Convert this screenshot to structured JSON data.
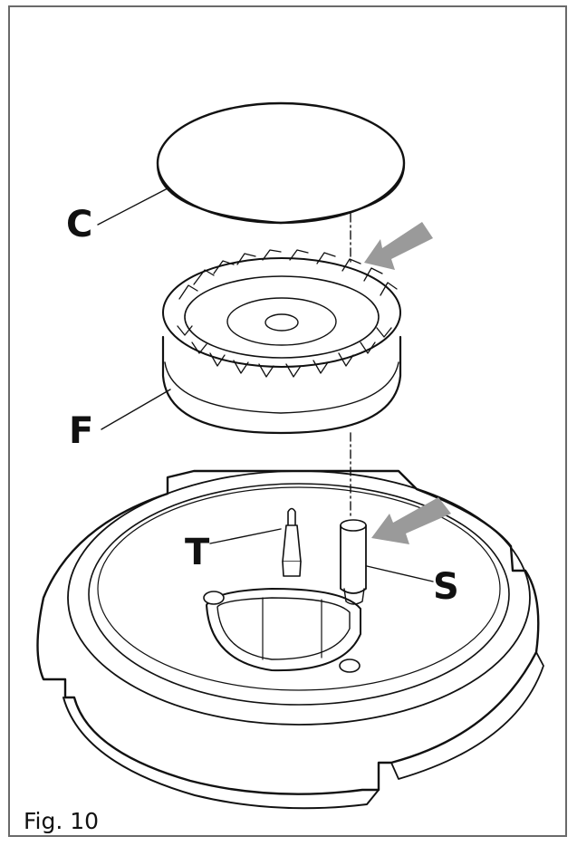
{
  "figure": {
    "caption": "Fig. 10",
    "labels": {
      "cap": "C",
      "flame_spreader": "F",
      "thermocouple": "T",
      "spark_plug": "S"
    },
    "colors": {
      "stroke": "#111111",
      "arrow": "#9a9a9a",
      "frame": "#6a6a6a"
    }
  }
}
